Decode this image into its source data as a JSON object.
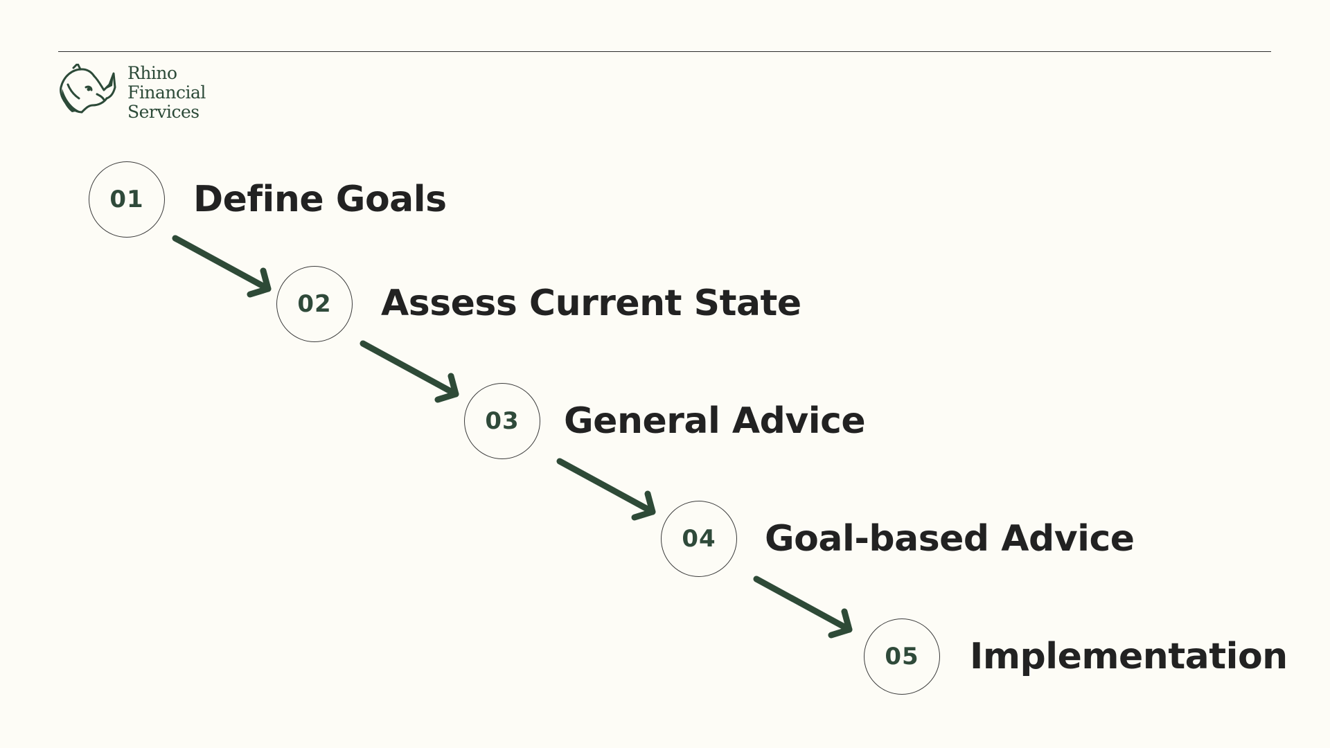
{
  "brand": {
    "lines": [
      "Rhino",
      "Financial",
      "Services"
    ],
    "color": "#2c4a38",
    "icon": "rhino-icon"
  },
  "colors": {
    "background": "#fdfcf6",
    "accent": "#2f4a3a",
    "text": "#222222"
  },
  "steps": [
    {
      "number": "01",
      "label": "Define Goals"
    },
    {
      "number": "02",
      "label": "Assess Current State"
    },
    {
      "number": "03",
      "label": "General Advice"
    },
    {
      "number": "04",
      "label": "Goal-based Advice"
    },
    {
      "number": "05",
      "label": "Implementation"
    }
  ]
}
